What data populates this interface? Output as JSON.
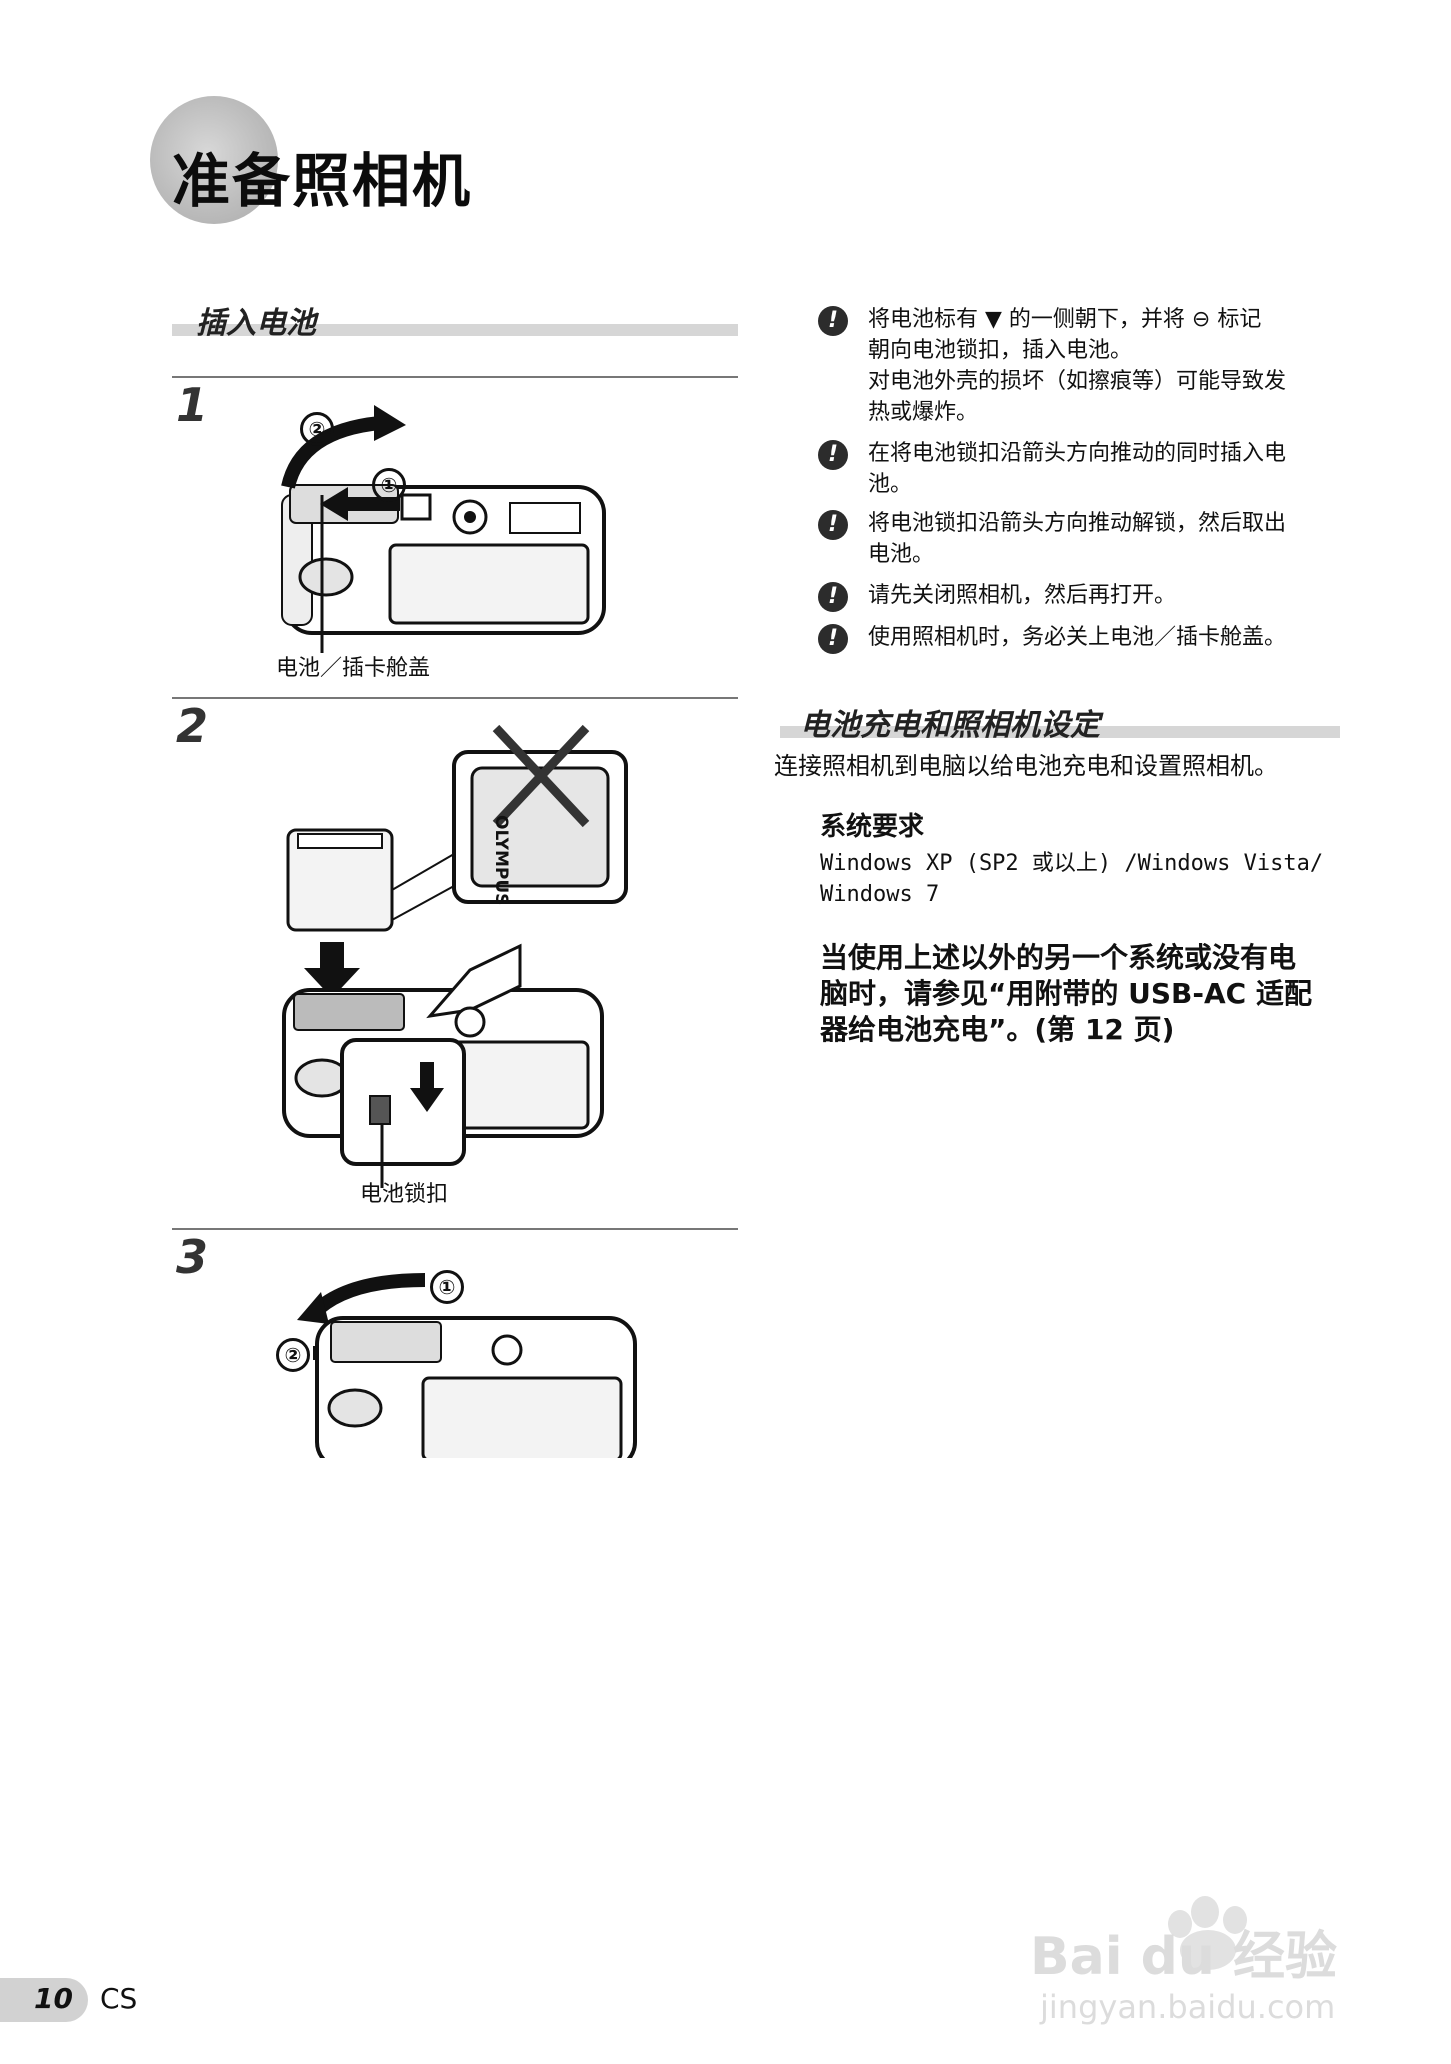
{
  "title": "准备照相机",
  "left": {
    "section_title": "插入电池",
    "steps": [
      {
        "number": "1",
        "callouts": [
          "②",
          "①"
        ],
        "label": "电池／插卡舱盖"
      },
      {
        "number": "2",
        "brand": "OLYMPUS",
        "label": "电池锁扣"
      },
      {
        "number": "3",
        "callouts": [
          "①",
          "②"
        ]
      }
    ]
  },
  "notes": [
    {
      "icon": "!",
      "lines": [
        "将电池标有 ▼ 的一侧朝下，并将 ⊖ 标记",
        "朝向电池锁扣，插入电池。",
        "对电池外壳的损坏（如擦痕等）可能导致发",
        "热或爆炸。"
      ]
    },
    {
      "icon": "!",
      "lines": [
        "在将电池锁扣沿箭头方向推动的同时插入电",
        "池。"
      ]
    },
    {
      "icon": "!",
      "lines": [
        "将电池锁扣沿箭头方向推动解锁，然后取出",
        "电池。"
      ]
    },
    {
      "icon": "!",
      "lines": [
        "请先关闭照相机，然后再打开。"
      ]
    },
    {
      "icon": "!",
      "lines": [
        "使用照相机时，务必关上电池／插卡舱盖。"
      ]
    }
  ],
  "right": {
    "section_title": "电池充电和照相机设定",
    "intro": "连接照相机到电脑以给电池充电和设置照相机。",
    "sysreq_heading": "系统要求",
    "sysreq_lines": [
      "Windows XP (SP2 或以上) /Windows Vista/",
      "Windows 7"
    ],
    "bold_lines": [
      "当使用上述以外的另一个系统或没有电",
      "脑时，请参见“用附带的 USB-AC 适配",
      "器给电池充电”。(第 12 页)"
    ]
  },
  "footer": {
    "page_number": "10",
    "language": "CS"
  },
  "watermark": {
    "line1": "Bai du 经验",
    "line2": "jingyan.baidu.com"
  }
}
